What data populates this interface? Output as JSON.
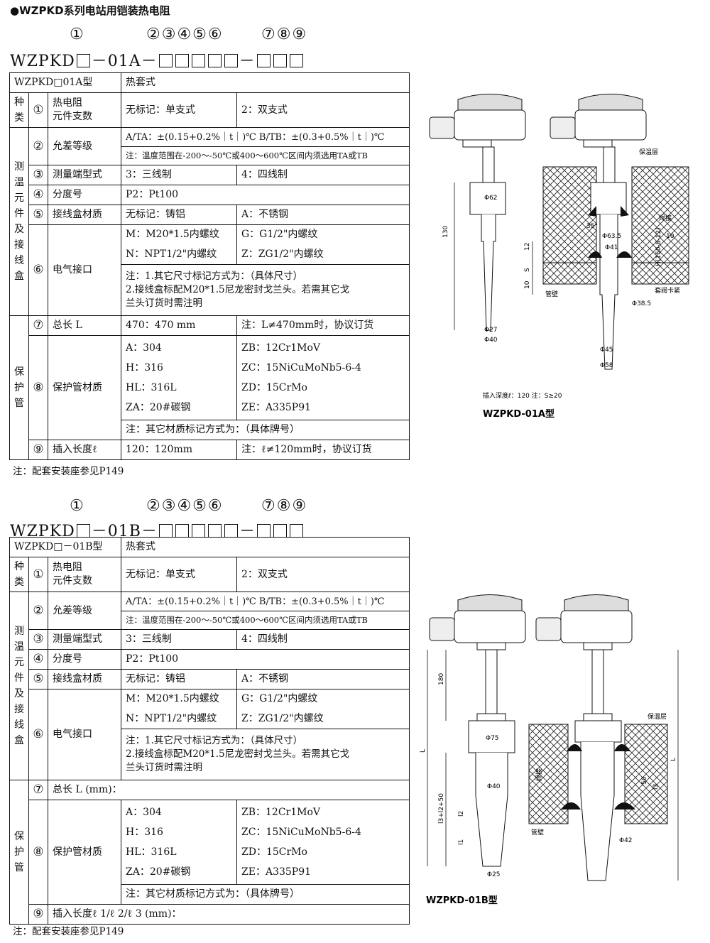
{
  "title": "●WZPKD系列电站用铠装热电阻",
  "section_a": {
    "circled": {
      "c1": "①",
      "c2": "②③④⑤⑥",
      "c3": "⑦⑧⑨"
    },
    "model_prefix": "WZPKD",
    "model_mid": "－01A－",
    "model_dash": "－",
    "header": {
      "model": "WZPKD□01A型",
      "type": "热套式"
    },
    "cat_type": "种\n类",
    "cat_sensor": "测\n温\n元\n件\n及\n接\n线\n盒",
    "cat_protect": "保\n护\n管",
    "rows": {
      "r1": {
        "num": "①",
        "name": "热电阻\n元件支数",
        "a": "无标记：单支式",
        "b": "2：双支式"
      },
      "r2": {
        "num": "②",
        "name": "允差等级",
        "a": "A/TA：±(0.15+0.2%｜t｜)℃ B/TB：±(0.3+0.5%｜t｜)℃",
        "note": "注：温度范围在-200～-50℃或400～600℃区间内须选用TA或TB"
      },
      "r3": {
        "num": "③",
        "name": "测量端型式",
        "a": "3：三线制",
        "b": "4：四线制"
      },
      "r4": {
        "num": "④",
        "name": "分度号",
        "a": "P2：Pt100"
      },
      "r5": {
        "num": "⑤",
        "name": "接线盒材质",
        "a": "无标记：铸铝",
        "b": "A：不锈钢"
      },
      "r6": {
        "num": "⑥",
        "name": "电气接口",
        "a1": "M：M20*1.5内螺纹",
        "b1": "G：G1/2\"内螺纹",
        "a2": "N：NPT1/2\"内螺纹",
        "b2": "Z：ZG1/2\"内螺纹",
        "note": "注：1.其它尺寸标记方式为：（具体尺寸）\n2.接线盒标配M20*1.5尼龙密封戈兰头。若需其它戈\n兰头订货时需注明"
      },
      "r7": {
        "num": "⑦",
        "name": "总长 L",
        "a": "470：470 mm",
        "b": "注：L≠470mm时，协议订货"
      },
      "r8": {
        "num": "⑧",
        "name": "保护管材质",
        "a": "A：304\nH：316\nHL：316L\nZA：20#碳钢",
        "b": "ZB：12Cr1MoV\nZC：15NiCuMoNb5-6-4\nZD：15CrMo\nZE：A335P91",
        "note": "注：其它材质标记方式为：（具体牌号）"
      },
      "r9": {
        "num": "⑨",
        "name": "插入长度ℓ",
        "a": "120：120mm",
        "b": "注：ℓ≠120mm时，协议订货"
      }
    },
    "footnote": "注：配套安装座参见P149",
    "diagram": {
      "label": "WZPKD-01A型",
      "caption": "插入深度ℓ：120    注：S≥20",
      "dims": {
        "d62": "Φ62",
        "d635": "Φ63.5",
        "d41": "Φ41",
        "d27": "Φ27",
        "d40": "Φ40",
        "d385": "Φ38.5",
        "d45": "Φ45",
        "d58": "Φ58",
        "v130": "130",
        "v12": "12",
        "vS": "S",
        "v10": "10",
        "v35": "35°",
        "v10b": "10",
        "hl": "H(150-S-12)"
      },
      "notes": {
        "insulation": "保温层",
        "weld": "焊接",
        "pipe": "管壁",
        "sleeve": "套阀卡紧"
      }
    }
  },
  "section_b": {
    "circled": {
      "c1": "①",
      "c2": "②③④⑤⑥",
      "c3": "⑦⑧⑨"
    },
    "model_prefix": "WZPKD",
    "model_mid": "－01B－",
    "model_dash": "－",
    "header": {
      "model": "WZPKD□－01B型",
      "type": "热套式"
    },
    "cat_type": "种\n类",
    "cat_sensor": "测\n温\n元\n件\n及\n接\n线\n盒",
    "cat_protect": "保\n护\n管",
    "rows": {
      "r1": {
        "num": "①",
        "name": "热电阻\n元件支数",
        "a": "无标记：单支式",
        "b": "2：双支式"
      },
      "r2": {
        "num": "②",
        "name": "允差等级",
        "a": "A/TA：±(0.15+0.2%｜t｜)℃ B/TB：±(0.3+0.5%｜t｜)℃",
        "note": "注：温度范围在-200～-50℃或400～600℃区间内须选用TA或TB"
      },
      "r3": {
        "num": "③",
        "name": "测量端型式",
        "a": "3：三线制",
        "b": "4：四线制"
      },
      "r4": {
        "num": "④",
        "name": "分度号",
        "a": "P2：Pt100"
      },
      "r5": {
        "num": "⑤",
        "name": "接线盒材质",
        "a": "无标记：铸铝",
        "b": "A：不锈钢"
      },
      "r6": {
        "num": "⑥",
        "name": "电气接口",
        "a1": "M：M20*1.5内螺纹",
        "b1": "G：G1/2\"内螺纹",
        "a2": "N：NPT1/2\"内螺纹",
        "b2": "Z：ZG1/2\"内螺纹",
        "note": "注：1.其它尺寸标记方式为：（具体尺寸）\n2.接线盒标配M20*1.5尼龙密封戈兰头。若需其它戈\n兰头订货时需注明"
      },
      "r7": {
        "num": "⑦",
        "name": "总长 L (mm)："
      },
      "r8": {
        "num": "⑧",
        "name": "保护管材质",
        "a": "A：304\nH：316\nHL：316L\nZA：20#碳钢",
        "b": "ZB：12Cr1MoV\nZC：15NiCuMoNb5-6-4\nZD：15CrMo\nZE：A335P91",
        "note": "注：其它材质标记方式为：（具体牌号）"
      },
      "r9": {
        "num": "⑨",
        "name": "插入长度ℓ 1/ℓ 2/ℓ 3 (mm)："
      }
    },
    "footnote": "注：配套安装座参见P149",
    "diagram": {
      "label": "WZPKD-01B型",
      "dims": {
        "v180": "180",
        "vL": "L",
        "vL2": "L",
        "d75": "Φ75",
        "d40": "Φ40",
        "d25": "Φ25",
        "d42": "Φ42",
        "l3": "l3+l2+50",
        "l2": "l2",
        "l1": "l1",
        "v50": "50",
        "vl3": "l3"
      },
      "notes": {
        "insulation": "保温层",
        "weld": "焊接",
        "pipe": "管壁"
      }
    }
  }
}
